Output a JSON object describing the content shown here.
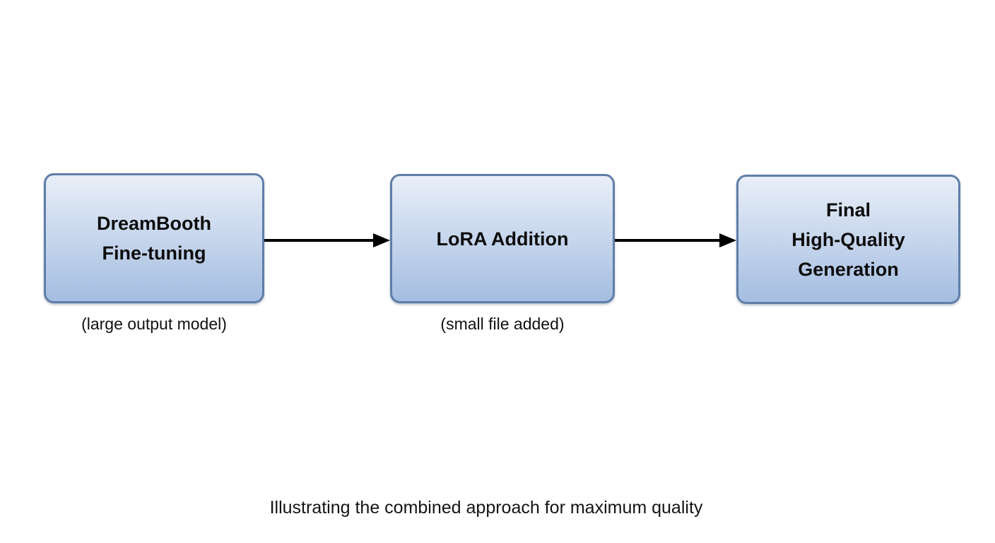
{
  "diagram": {
    "title": "Illustrating the combined approach for maximum quality",
    "nodes": [
      {
        "id": "dreambooth-fine-tuning",
        "title": "DreamBooth\nFine-tuning",
        "caption": "(large output model)"
      },
      {
        "id": "lora-addition",
        "title": "LoRA Addition",
        "caption": "(small file added)"
      },
      {
        "id": "final-high-quality-generation",
        "title": "Final\nHigh-Quality\nGeneration",
        "caption": ""
      }
    ],
    "connectors": [
      {
        "from": "dreambooth-fine-tuning",
        "to": "lora-addition",
        "style": "solid-arrow"
      },
      {
        "from": "lora-addition",
        "to": "final-high-quality-generation",
        "style": "solid-arrow"
      }
    ]
  },
  "colors": {
    "box_fill_top": "#e9eff8",
    "box_fill_bottom": "#a4bde1",
    "box_border": "#5f7ea8",
    "arrow_color": "#000000",
    "text_color": "#0d0d0d",
    "background": "#ffffff"
  }
}
